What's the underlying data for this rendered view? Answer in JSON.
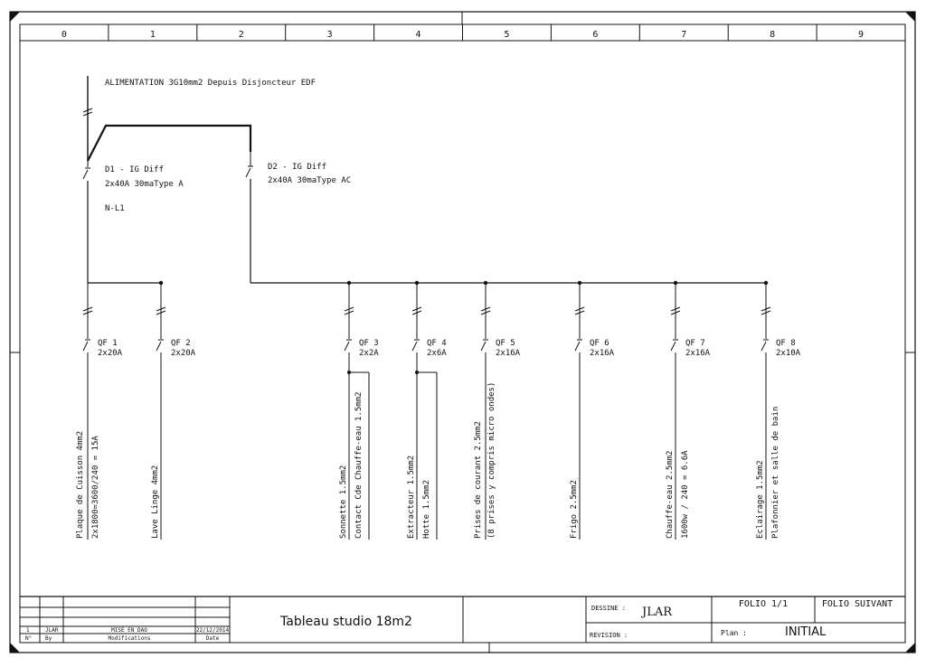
{
  "columns": [
    "0",
    "1",
    "2",
    "3",
    "4",
    "5",
    "6",
    "7",
    "8",
    "9"
  ],
  "supply": {
    "label": "ALIMENTATION 3G10mm2 Depuis Disjoncteur EDF"
  },
  "main_breakers": [
    {
      "name": "D1 - IG Diff",
      "rating": "2x40A 30maType A",
      "note": "N-L1"
    },
    {
      "name": "D2 - IG Diff",
      "rating": "2x40A 30maType AC"
    }
  ],
  "circuits": [
    {
      "id": "QF 1",
      "rating": "2x20A",
      "desc": [
        "Plaque de Cuisson 4mm2",
        "2x1800=3600/240 = 15A"
      ]
    },
    {
      "id": "QF 2",
      "rating": "2x20A",
      "desc": [
        "Lave Linge 4mm2"
      ]
    },
    {
      "id": "QF 3",
      "rating": "2x2A",
      "desc": [
        "Sonnette 1.5mm2",
        "Contact Cde Chauffe-eau 1.5mm2"
      ]
    },
    {
      "id": "QF 4",
      "rating": "2x6A",
      "desc": [
        "Extracteur 1.5mm2",
        "Hotte 1.5mm2"
      ]
    },
    {
      "id": "QF 5",
      "rating": "2x16A",
      "desc": [
        "Prises de courant 2.5mm2",
        "(8 prises y compris micro ondes)"
      ]
    },
    {
      "id": "QF 6",
      "rating": "2x16A",
      "desc": [
        "Frigo 2.5mm2"
      ]
    },
    {
      "id": "QF 7",
      "rating": "2x16A",
      "desc": [
        "Chauffe-eau 2.5mm2",
        "1600w / 240 = 6.6A"
      ]
    },
    {
      "id": "QF 8",
      "rating": "2x10A",
      "desc": [
        "Eclairage 1.5mm2",
        "Plafonnier et salle de bain"
      ]
    }
  ],
  "title_block": {
    "title": "Tableau studio 18m2",
    "revision_row": {
      "no": "1",
      "by": "JLAR",
      "modification": "MISE EN DAO",
      "date": "22/12/2014"
    },
    "header": {
      "no": "N°",
      "by": "By",
      "modifications": "Modifications",
      "date": "Date"
    },
    "dessine_label": "DESSINE :",
    "dessine_value": "JLAR",
    "revision_label": "REVISION :",
    "folio": "FOLIO 1/1",
    "folio_suivant": "FOLIO SUIVANT",
    "plan_label": "Plan :",
    "plan_value": "INITIAL"
  }
}
